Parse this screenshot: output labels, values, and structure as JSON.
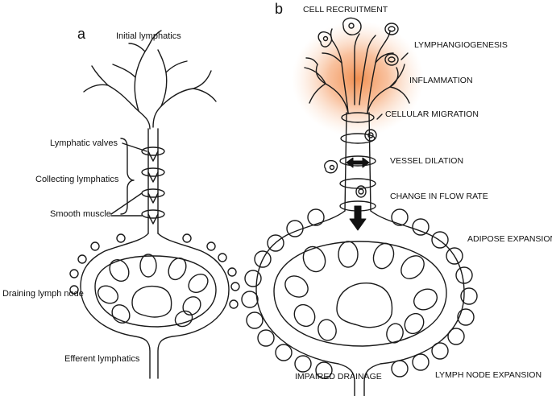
{
  "panels": {
    "a": {
      "letter": "a",
      "labels": {
        "initial_lymphatics": "Initial lymphatics",
        "lymphatic_valves": "Lymphatic valves",
        "collecting_lymphatics": "Collecting lymphatics",
        "smooth_muscle": "Smooth muscle",
        "draining_lymph_node": "Draining lymph node",
        "efferent_lymphatics": "Efferent lymphatics"
      }
    },
    "b": {
      "letter": "b",
      "labels": {
        "cell_recruitment": "CELL RECRUITMENT",
        "lymphangiogenesis": "LYMPHANGIOGENESIS",
        "inflammation": "INFLAMMATION",
        "cellular_migration": "CELLULAR MIGRATION",
        "vessel_dilation": "VESSEL DILATION",
        "change_in_flow_rate": "CHANGE IN FLOW RATE",
        "adipose_expansion": "ADIPOSE EXPANSION",
        "impaired_drainage": "IMPAIRED DRAINAGE",
        "lymph_node_expansion": "LYMPH NODE EXPANSION"
      }
    }
  },
  "colors": {
    "line": "#1a1a1a",
    "inflammation_glow": "#f28c4c"
  }
}
